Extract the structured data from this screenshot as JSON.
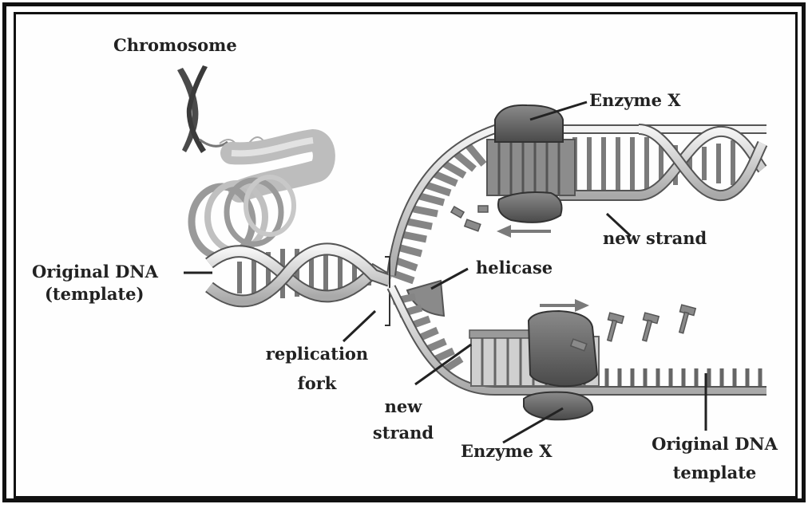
{
  "labels": {
    "chromosome": "Chromosome",
    "enzyme_top": "Enzyme X",
    "enzyme_bottom": "Enzyme X",
    "new_strand_top": "new strand",
    "helicase": "helicase",
    "original_dna": "Original DNA",
    "template_paren": "(template)",
    "replication": "replication",
    "fork": "fork",
    "new_bottom_1": "new",
    "new_bottom_2": "strand",
    "orig_template_1": "Original DNA",
    "orig_template_2": "template"
  }
}
